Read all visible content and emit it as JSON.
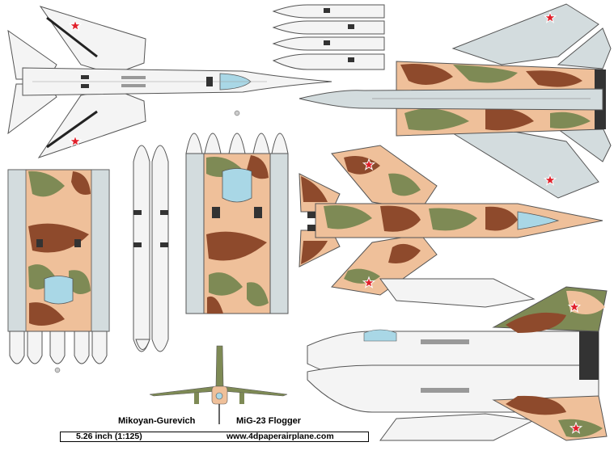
{
  "sheet": {
    "manufacturer": "Mikoyan-Gurevich",
    "model": "MiG-23 Flogger",
    "scale": "5.26 inch (1:125)",
    "website": "www.4dpaperairplane.com"
  },
  "colors": {
    "tan": "#efc09a",
    "green": "#7e8a55",
    "brown": "#8e4a2c",
    "light_grey": "#d3dcde",
    "white_part": "#f4f4f4",
    "light_blue": "#a9d7e6",
    "star_red": "#e0202a",
    "outline": "#555555"
  },
  "views": [
    "white-underside-top-left",
    "drop-tanks-top-center",
    "camo-fuselage-top-right",
    "camo-panel-left",
    "white-tanks-left-center",
    "tanks-with-camo-center",
    "camo-topside-center-right",
    "front-view-bottom-center",
    "white-sideview-bottom-right"
  ]
}
